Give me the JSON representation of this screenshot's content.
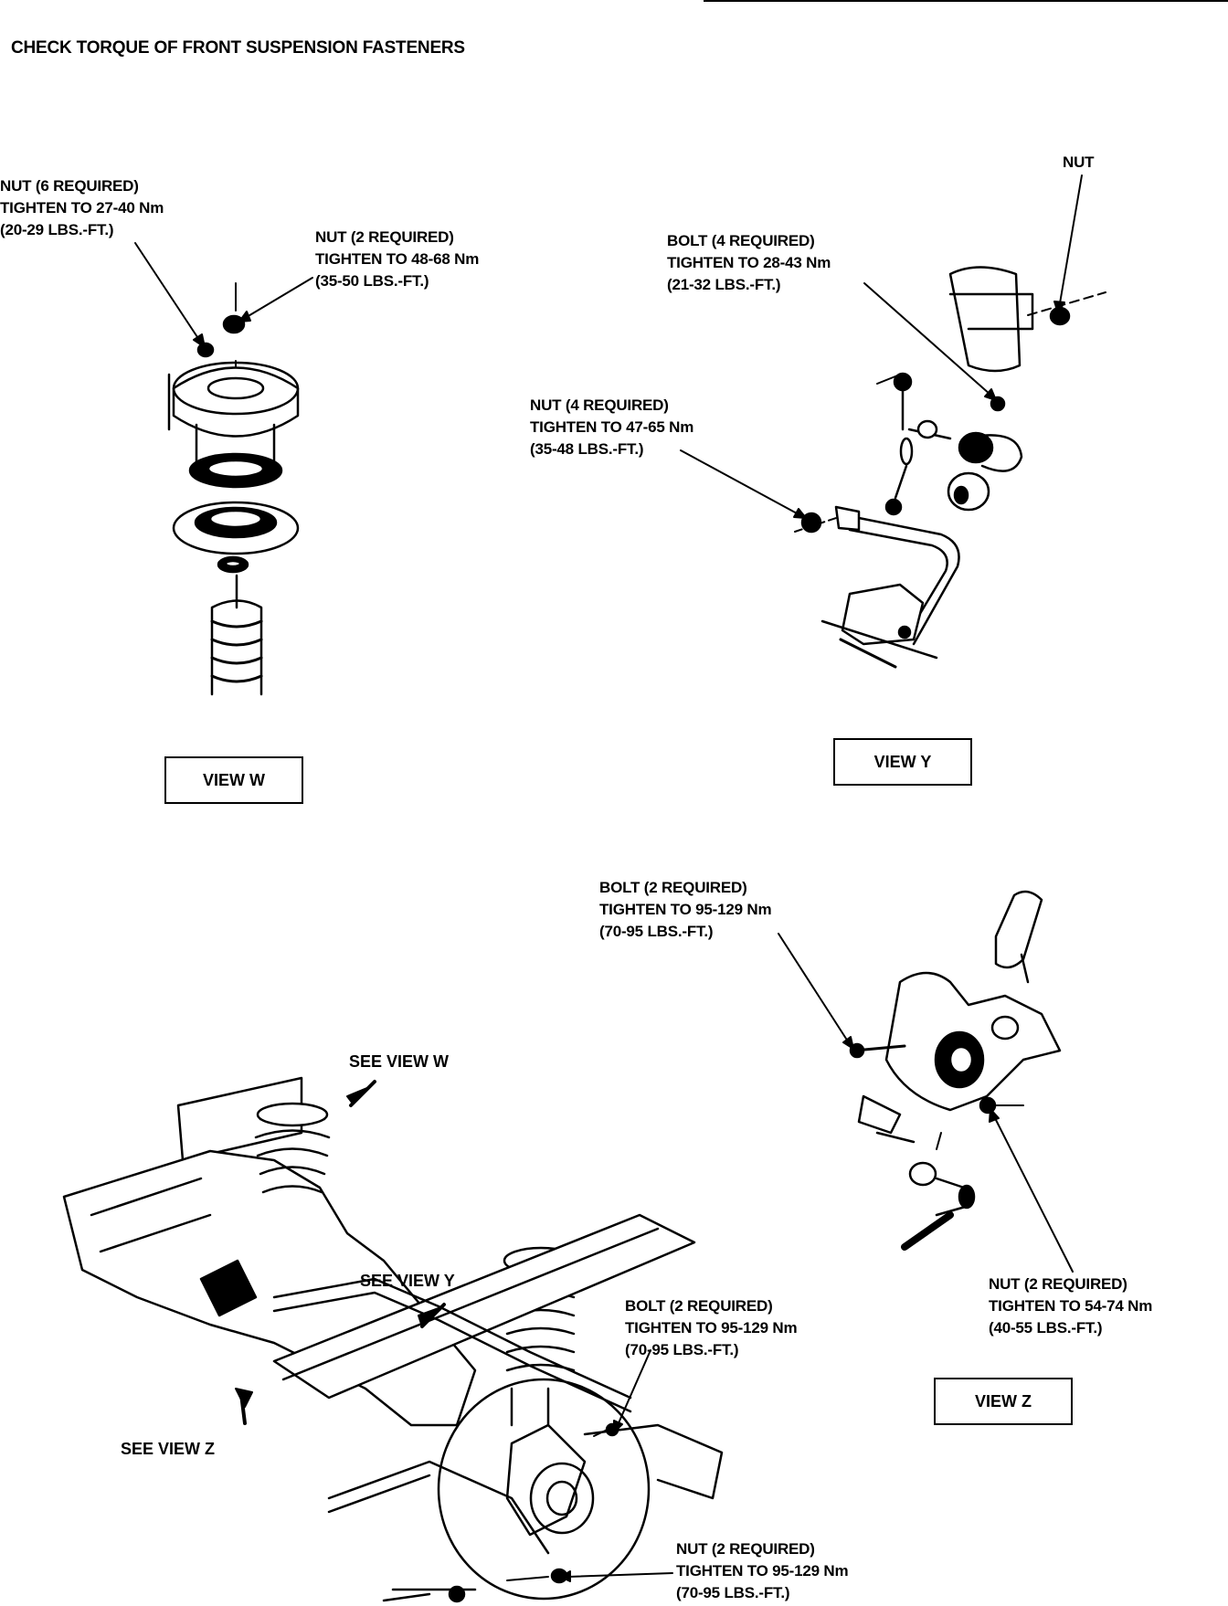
{
  "title": "CHECK TORQUE OF FRONT SUSPENSION FASTENERS",
  "view_w": {
    "label": "VIEW W",
    "callout_nut6": [
      "NUT (6 REQUIRED)",
      "TIGHTEN TO 27-40 Nm",
      "(20-29 LBS.-FT.)"
    ],
    "callout_nut2": [
      "NUT (2 REQUIRED)",
      "TIGHTEN TO 48-68 Nm",
      "(35-50 LBS.-FT.)"
    ]
  },
  "view_y": {
    "label": "VIEW Y",
    "callout_nut": [
      "NUT"
    ],
    "callout_bolt4": [
      "BOLT (4 REQUIRED)",
      "TIGHTEN TO 28-43 Nm",
      "(21-32 LBS.-FT.)"
    ],
    "callout_nut4": [
      "NUT (4 REQUIRED)",
      "TIGHTEN TO 47-65 Nm",
      "(35-48 LBS.-FT.)"
    ]
  },
  "view_z": {
    "label": "VIEW Z",
    "callout_bolt2": [
      "BOLT (2 REQUIRED)",
      "TIGHTEN TO 95-129 Nm",
      "(70-95 LBS.-FT.)"
    ],
    "callout_nut2": [
      "NUT (2 REQUIRED)",
      "TIGHTEN TO 54-74 Nm",
      "(40-55 LBS.-FT.)"
    ]
  },
  "assembly": {
    "see_view_w": "SEE VIEW W",
    "see_view_y": "SEE VIEW Y",
    "see_view_z": "SEE VIEW Z",
    "callout_bolt2": [
      "BOLT (2 REQUIRED)",
      "TIGHTEN TO 95-129 Nm",
      "(70-95 LBS.-FT.)"
    ],
    "callout_nut2": [
      "NUT (2 REQUIRED)",
      "TIGHTEN TO 95-129 Nm",
      "(70-95 LBS.-FT.)"
    ]
  }
}
